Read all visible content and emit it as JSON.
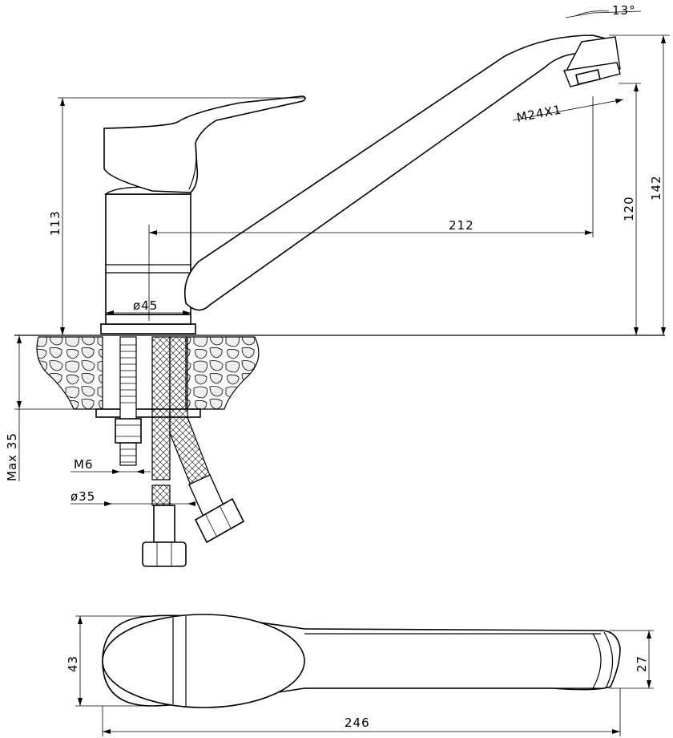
{
  "dimensions": {
    "angle": "13°",
    "thread_spout": "M24X1",
    "height_total": "142",
    "height_outlet": "120",
    "height_lever": "113",
    "reach": "212",
    "body_diameter": "ø45",
    "mount_thickness": "Max 35",
    "stud_thread": "M6",
    "hole_diameter": "ø35",
    "top_width": "43",
    "spout_width": "27",
    "total_length": "246"
  }
}
